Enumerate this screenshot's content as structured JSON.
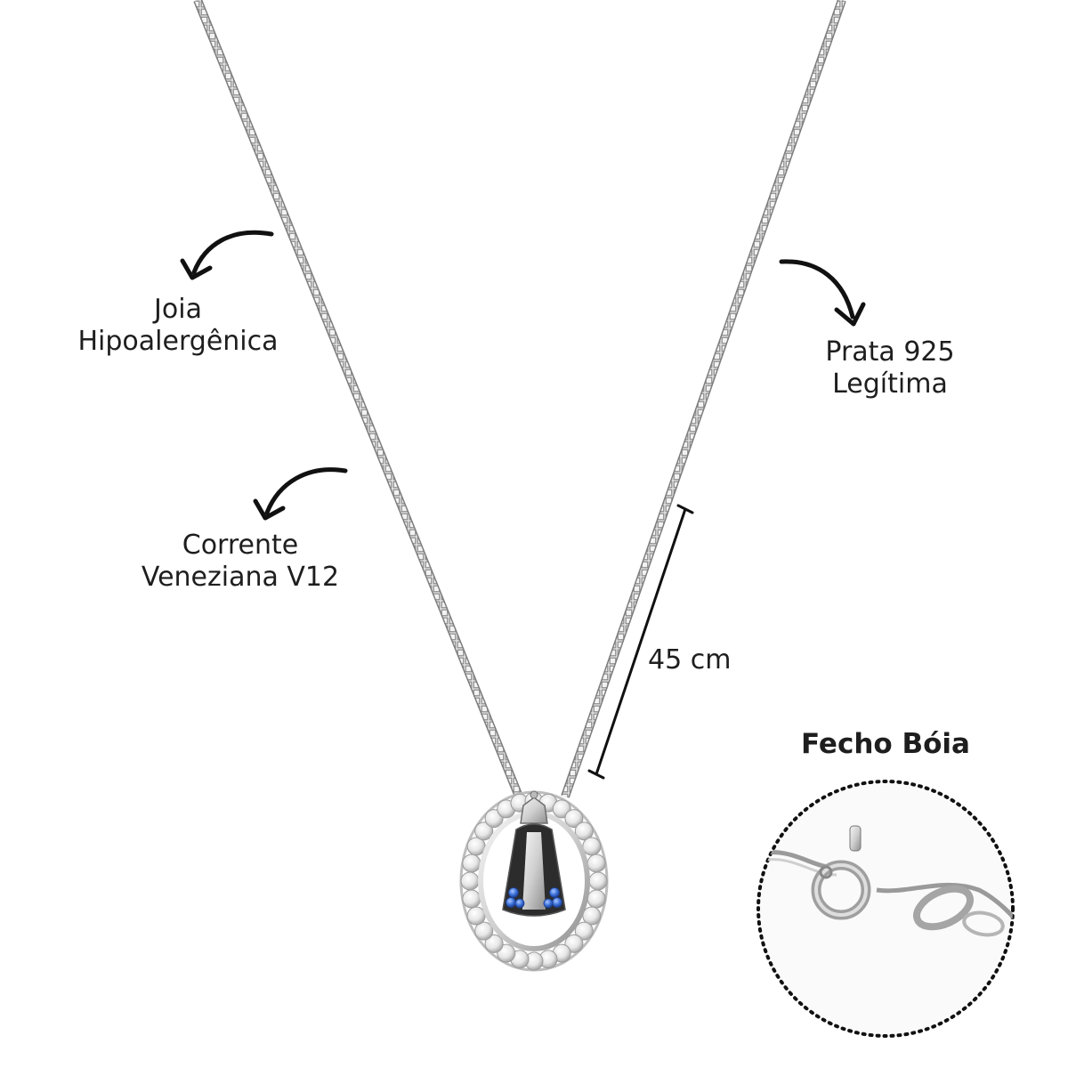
{
  "callouts": {
    "hypoallergenic": {
      "line1": "Joia",
      "line2": "Hipoalergênica"
    },
    "silver": {
      "line1": "Prata 925",
      "line2": "Legítima"
    },
    "chain": {
      "line1": "Corrente",
      "line2": "Veneziana V12"
    }
  },
  "length_label": "45 cm",
  "clasp_title": "Fecho Bóia",
  "colors": {
    "background": "#ffffff",
    "text": "#1e1e1e",
    "chain": "#9a9a9a",
    "silver": "#d9d9d9",
    "stone_blue": "#3a6fd8"
  },
  "icons": [
    "curved-arrow-icon",
    "dimension-line-icon"
  ]
}
